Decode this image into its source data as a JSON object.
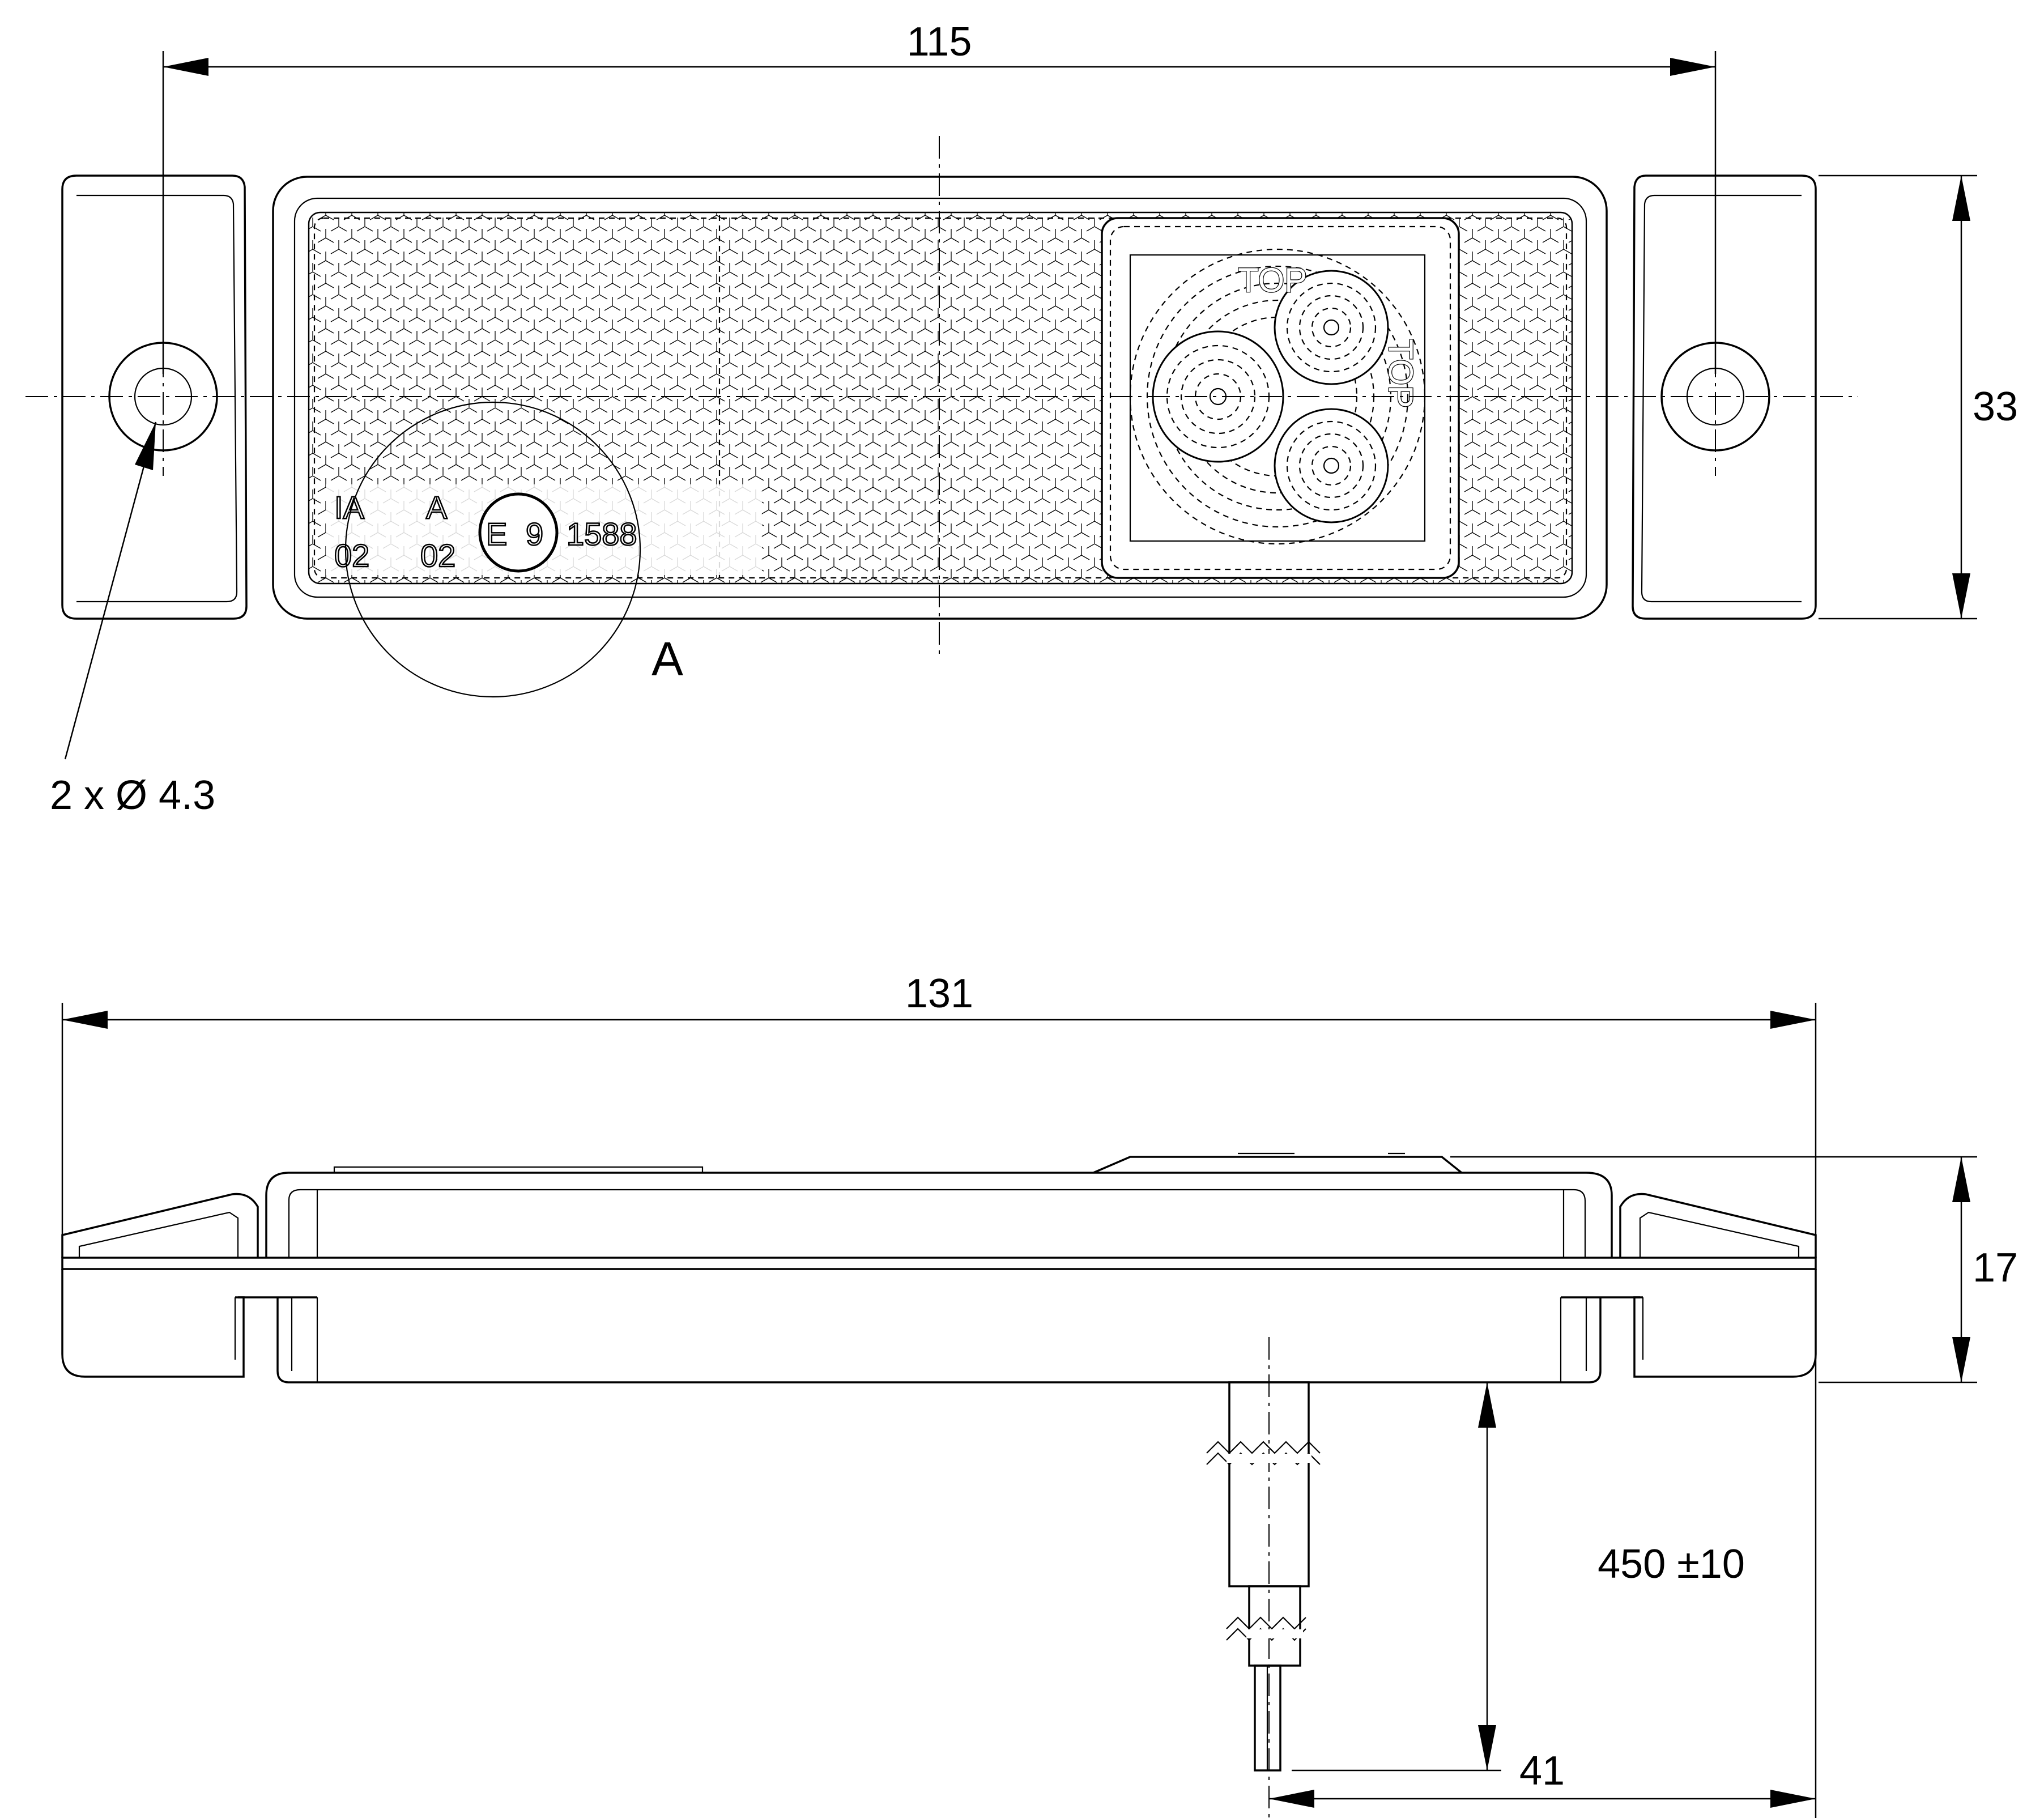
{
  "dimensions": {
    "hole_spacing": "115",
    "height_front": "33",
    "hole_note": "2 x Ø 4.3",
    "overall_length": "131",
    "height_side": "17",
    "cable_length": "450 ±10",
    "cable_offset": "41"
  },
  "markings": {
    "approval_1_top": "IA",
    "approval_1_bottom": "02",
    "approval_2_top": "A",
    "approval_2_bottom": "02",
    "e_mark": "E",
    "e_mark_number": "9",
    "approval_number": "1588",
    "top_label_1": "TOP",
    "top_label_2": "TOP"
  },
  "detail_label": "A"
}
